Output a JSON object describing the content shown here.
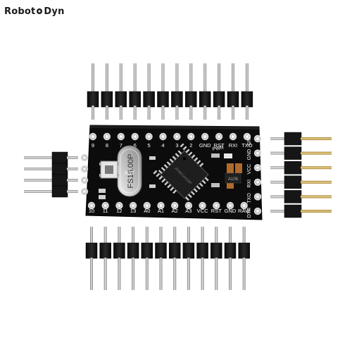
{
  "brand": {
    "part1": "Robot",
    "part2": "Dyn"
  },
  "board": {
    "top_labels": [
      "9",
      "8",
      "7",
      "6",
      "5",
      "4",
      "3",
      "2",
      "GND",
      "RST",
      "RXI",
      "TXO"
    ],
    "bottom_labels": [
      "10",
      "11",
      "12",
      "13",
      "A0",
      "A1",
      "A2",
      "A3",
      "VCC",
      "RST",
      "GND",
      "RAW"
    ],
    "right_labels": [
      "GND",
      "GND",
      "VCC",
      "RXI",
      "TXO",
      "DTR"
    ],
    "crystal_text": "FS16.00P",
    "reset_label": "RST",
    "pwr_label": "PWR",
    "reg_text": "A106",
    "chip_text": "ATMEGA328P"
  },
  "colors": {
    "pcb": "#0c0c0c",
    "header_plastic": "#161616",
    "pin_metal": "#b8b8b8",
    "gold": "#c9a552"
  }
}
